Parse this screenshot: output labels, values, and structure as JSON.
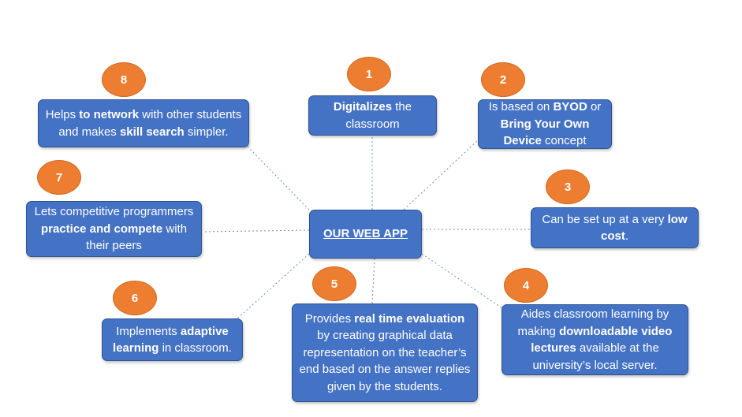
{
  "hub": {
    "label": "OUR WEB APP"
  },
  "nodes": [
    {
      "id": "1",
      "number": "1",
      "text": [
        {
          "t": "Digitalizes",
          "b": true
        },
        {
          "t": " the classroom"
        }
      ]
    },
    {
      "id": "2",
      "number": "2",
      "text": [
        {
          "t": "Is based on "
        },
        {
          "t": "BYOD",
          "b": true
        },
        {
          "t": " or "
        },
        {
          "t": "Bring Your Own Device",
          "b": true
        },
        {
          "t": " concept"
        }
      ]
    },
    {
      "id": "3",
      "number": "3",
      "text": [
        {
          "t": "Can be set up at a very "
        },
        {
          "t": "low cost",
          "b": true
        },
        {
          "t": "."
        }
      ]
    },
    {
      "id": "4",
      "number": "4",
      "text": [
        {
          "t": "Aides classroom learning by making "
        },
        {
          "t": "downloadable video lectures",
          "b": true
        },
        {
          "t": " available at the university’s  local server."
        }
      ]
    },
    {
      "id": "5",
      "number": "5",
      "text": [
        {
          "t": "Provides "
        },
        {
          "t": "real time evaluation",
          "b": true
        },
        {
          "t": " by creating graphical data representation on the teacher’s end based on the answer replies given by the students."
        }
      ]
    },
    {
      "id": "6",
      "number": "6",
      "text": [
        {
          "t": "Implements "
        },
        {
          "t": "adaptive learning",
          "b": true
        },
        {
          "t": " in classroom."
        }
      ]
    },
    {
      "id": "7",
      "number": "7",
      "text": [
        {
          "t": "Lets competitive programmers "
        },
        {
          "t": "practice and compete",
          "b": true
        },
        {
          "t": " with their peers"
        }
      ]
    },
    {
      "id": "8",
      "number": "8",
      "text": [
        {
          "t": "Helps "
        },
        {
          "t": "to network",
          "b": true
        },
        {
          "t": " with other students and makes "
        },
        {
          "t": "skill search",
          "b": true
        },
        {
          "t": " simpler."
        }
      ]
    }
  ],
  "colors": {
    "box": "#4472c4",
    "badge": "#ed7d31",
    "connector": "#6f8fc9"
  }
}
